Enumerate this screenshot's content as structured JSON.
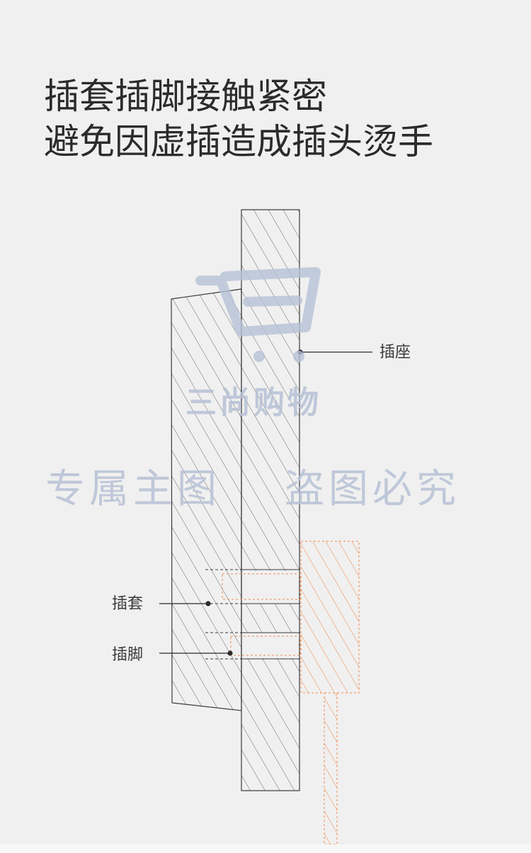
{
  "headline": {
    "line1": "插套插脚接触紧密",
    "line2": "避免因虚插造成插头烫手"
  },
  "labels": {
    "socket": "插座",
    "sleeve": "插套",
    "pin": "插脚"
  },
  "watermark": {
    "brand": "三尚购物",
    "left": "专属主图",
    "right": "盗图必究",
    "icon": "shopping-cart-icon"
  },
  "colors": {
    "line": "#3a3a3a",
    "plug": "#f08a4b",
    "watermark": "#b7c2d6",
    "background": "#f0f0f0"
  }
}
